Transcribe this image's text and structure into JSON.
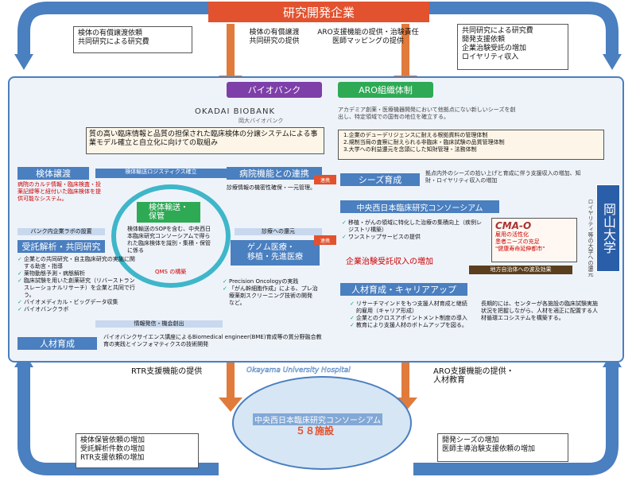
{
  "top": {
    "title": "研究開発企業",
    "left_arrow_text": "検体の有償譲渡\n共同研究の提供",
    "right_arrow_text": "ARO支援機能の提供・治験責任医師マッピングの提供"
  },
  "corner_tl": "検体の有償譲渡依頼\n共同研究による研究費",
  "corner_tr": "共同研究による研究費\n開発支援依頼\n企業治験受託の増加\nロイヤリティ収入",
  "corner_bl": "検体保管依頼の増加\n受託解析件数の増加\nRTR支援依頼の増加",
  "corner_br": "開発シーズの増加\n医師主導治験支援依頼の増加",
  "mid_left": "RTR支援機能の提供",
  "mid_right": "ARO支援機能の提供・\n人材教育",
  "biobank": {
    "tab": "バイオバンク",
    "logo": "OKADAI BIOBANK",
    "logo_sub": "岡大バイオバンク",
    "summary": "質の高い臨床情報と品質の担保された臨床検体の分譲システムによる事業モデル確立と自立化に向けての取組み",
    "logistics": "検体輸送ロジスティクス確立",
    "jouto_title": "検体譲渡",
    "jouto_text": "病院のカルテ情報・臨床検査・投薬記録等と紐付いた臨床検体を提供可能なシステム。",
    "hospital_title": "病院機能との連携",
    "hospital_text": "診療情報の機密性確保・一元管理。",
    "circle_title": "検体輸送・\n保管",
    "circle_text": "検体輸送のSOPを含む、中央西日本臨床研究コンソーシアムで得られた臨床検体を識別・集積・保管に係る",
    "qms": "QMS の構築",
    "lab": "バンク内企業ラボの設置",
    "return": "診療への還元",
    "analysis_title": "受託解析・共同研究",
    "analysis_items": [
      "企業との共同研究・自主臨床研究の実施に関する助言・指導",
      "薬物動態予測・病態解析",
      "臨床試験を用いた創薬研究（リバーストランスレーショナルリサーチ）を企業と共同で行う。",
      "バイオメディカル・ビッグデータ収集",
      "バイオバンクラボ"
    ],
    "genome_title": "ゲノム医療・\n移植・先進医療",
    "genome_items": [
      "Precision Oncologyの実践",
      "「がん幹細胞作成」による、プレ治療薬剤スクリーニング技術の開発　など。"
    ],
    "info": "情報発信・機会創出",
    "hr_title": "人材育成",
    "hr_text": "バイオバンクサイエンス講座によるBiomedical engineer(BME)育成等の質分野融合教育の実践とインフォマティクスの技術開発"
  },
  "aro": {
    "tab": "ARO組織体制",
    "intro": "アカデミア創薬・医療機器開発において他拠点にない新しいシーズを創出し、特定領域での国有の地位を確立する。",
    "points": [
      "1.企業のデューデリジェンスに耐える根拠資料の管理体制",
      "2.規制当局の査察に耐えられる非臨床・臨床試験の品質管理体制",
      "3.大学への利益還元を念頭にした知財管理・法務体制"
    ],
    "seeds_title": "シーズ育成",
    "seeds_text": "拠点内外のシーズの拾い上げと育成に伴う支援収入の増加、知財・ロイヤリティ収入の増加",
    "link1": "連携",
    "link2": "連携",
    "consortium_title": "中央西日本臨床研究コンソーシアム",
    "consortium_items": [
      "移植・がんの領域に特化した治療の集積向上（疾例レジストリ構築）",
      "ワンストップサービスの提供"
    ],
    "cmao": "CMA-O",
    "cmao_items": [
      "雇用の活性化",
      "患者ニーズの充足",
      "\"健康寿命延伸都市\""
    ],
    "increase": "企業治験受託収入の増加",
    "regional": "地方自治体への波及効果",
    "career_title": "人材育成・キャリアアップ",
    "career_items": [
      "リサーチマインドをもつ支援人材育成と継続的雇用（キャリア形成）",
      "企業とのクロスアポイントメント制度の導入",
      "教育により支援人材のボトムアップを図る。"
    ],
    "career_right": "長期的には、センターが各施設の臨床試験実施状況を把握しながら、人材を適正に配置する人材循環エコシステムを構築する。"
  },
  "univ": {
    "name": "岡山大学",
    "side": "ロイヤリティ等の大学への還元"
  },
  "bottom": {
    "hospital": "Okayama University Hospital",
    "title": "中央西日本臨床研究コンソーシアム",
    "count": "５８施設"
  }
}
